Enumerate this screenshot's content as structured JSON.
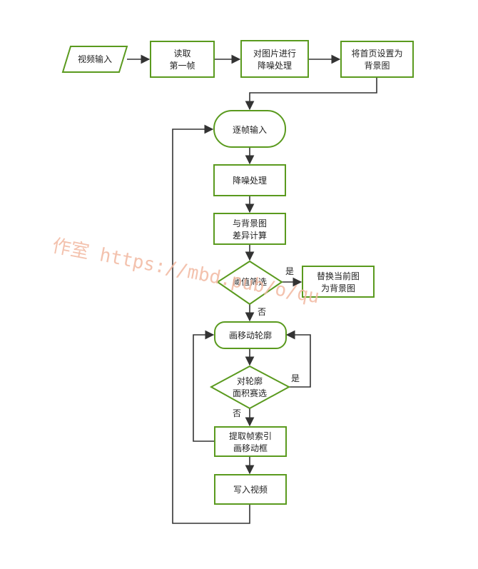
{
  "nodes": {
    "video_input": [
      "视频输入"
    ],
    "read_first": [
      "读取",
      "第一帧"
    ],
    "denoise_image": [
      "对图片进行",
      "降噪处理"
    ],
    "set_background": [
      "将首页设置为",
      "背景图"
    ],
    "frame_input": [
      "逐帧输入"
    ],
    "denoise": [
      "降噪处理"
    ],
    "diff_background": [
      "与背景图",
      "差异计算"
    ],
    "threshold_filter": [
      "阈值筛选"
    ],
    "replace_background": [
      "替换当前图",
      "为背景图"
    ],
    "draw_contour": [
      "画移动轮廓"
    ],
    "contour_area_filter": [
      "对轮廓",
      "面积赛选"
    ],
    "extract_index": [
      "提取帧索引",
      "画移动框"
    ],
    "write_video": [
      "写入视频"
    ]
  },
  "edge_labels": {
    "threshold_yes": "是",
    "threshold_no": "否",
    "area_yes": "是",
    "area_no": "否"
  },
  "watermark": "作室 https://mbd.pub/o/qu",
  "colors": {
    "node_border": "#5a9a1e",
    "edge": "#333333",
    "watermark": "#f2b8a0"
  }
}
